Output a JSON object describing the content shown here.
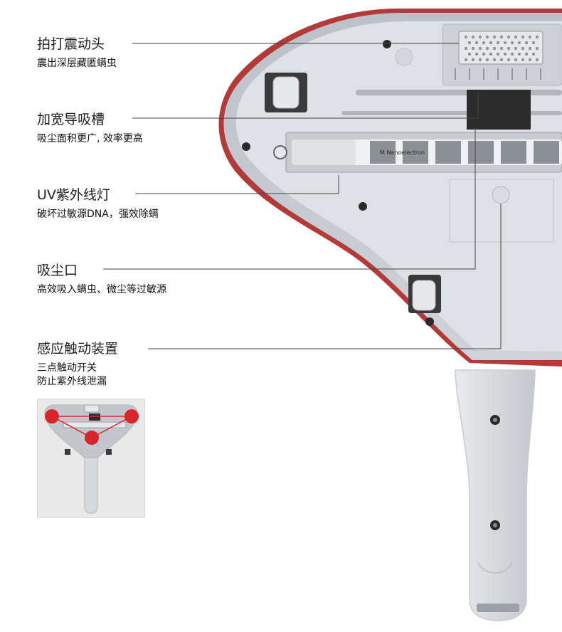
{
  "features": [
    {
      "title": "拍打震动头",
      "desc": "震出深层藏匿螨虫"
    },
    {
      "title": "加宽导吸槽",
      "desc": "吸尘面积更广, 效率更高"
    },
    {
      "title": "UV紫外线灯",
      "desc": "破坏过敏源DNA，强效除螨"
    },
    {
      "title": "吸尘口",
      "desc": "高效吸入螨虫、微尘等过敏源"
    },
    {
      "title": "感应触动装置",
      "desc": "三点触动开关\n防止紫外线泄漏"
    }
  ],
  "lamp_text": "M Nanoelectron"
}
